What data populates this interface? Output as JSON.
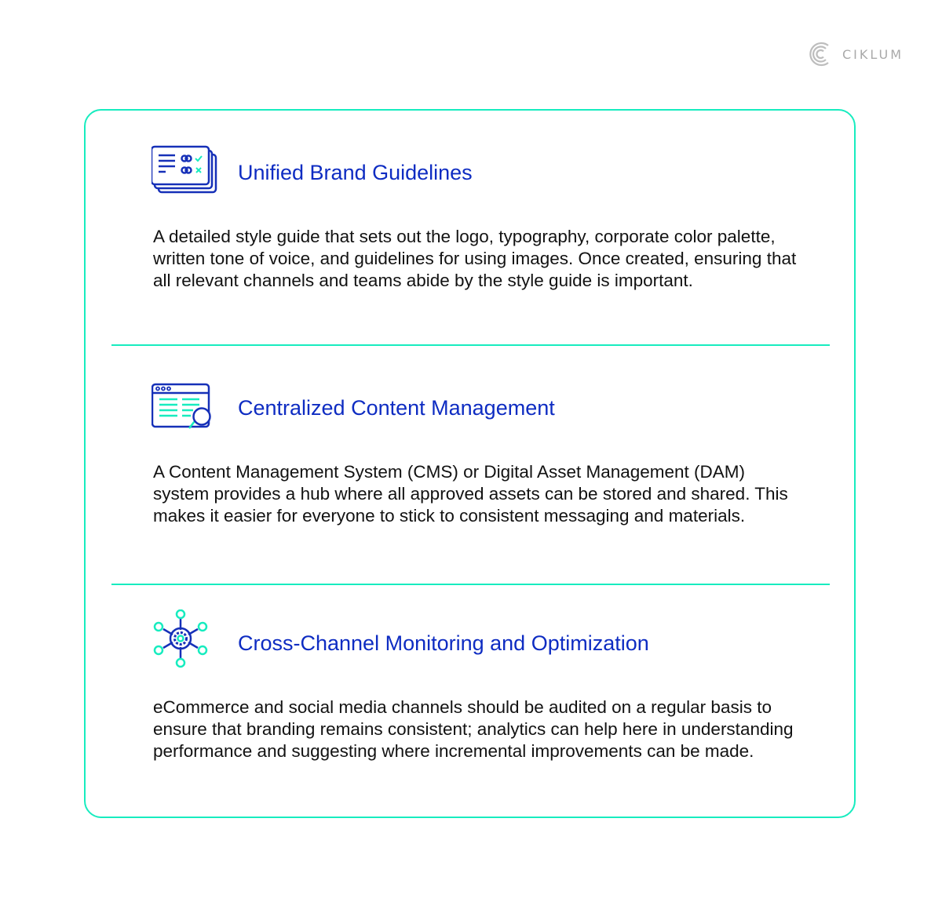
{
  "brand": {
    "name": "CIKLUM",
    "icon": "ciklum-logo-icon",
    "color": "#a9a9a9"
  },
  "colors": {
    "accent": "#17ecbf",
    "title": "#0e2cc2",
    "icon_stroke": "#1630b8",
    "text": "#121212"
  },
  "sections": [
    {
      "icon": "brand-guideline-cards-icon",
      "title": "Unified Brand Guidelines",
      "body": "A detailed style guide that sets out the logo, typography, corporate color palette, written tone of voice, and guidelines for using images. Once created, ensuring that all relevant channels and teams abide by the style guide is important."
    },
    {
      "icon": "content-window-search-icon",
      "title": "Centralized Content Management",
      "body": "A Content Management System (CMS) or Digital Asset Management (DAM) system provides a hub where all approved assets can be stored and shared. This makes it easier for everyone to stick to consistent messaging and materials."
    },
    {
      "icon": "network-gear-hub-icon",
      "title": "Cross-Channel Monitoring and Optimization",
      "body": "eCommerce and social media channels should be audited on a regular basis to ensure that branding remains consistent; analytics can help here in understanding performance and suggesting where incremental improvements can be made."
    }
  ]
}
